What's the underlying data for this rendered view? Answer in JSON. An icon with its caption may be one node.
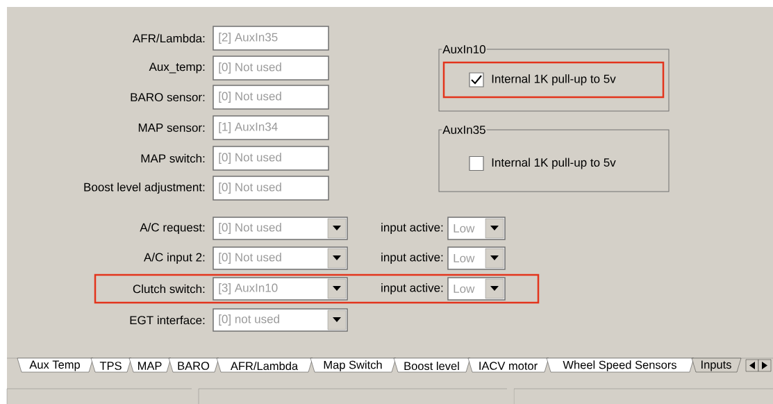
{
  "diagram": {
    "nodes": [
      {
        "text": [
          "AuxIn10"
        ]
      },
      {
        "text": [
          "Internal 1K pull-up to 5v"
        ],
        "in": 0
      },
      {
        "text": [
          "AuxIn35",
          "Internal 1K pull-up to 5v"
        ]
      },
      {
        "text": [
          "Clutch switch:",
          "[3] AuxIn10",
          "input active:",
          "Low"
        ]
      }
    ],
    "labels": [
      "AFR/Lambda:",
      "[2] AuxIn35",
      "Aux_temp:",
      "[0] Not used",
      "BARO sensor:",
      "[0] Not used",
      "MAP sensor:",
      "[1] AuxIn34",
      "MAP switch:",
      "[0] Not used",
      "Boost level adjustment:",
      "[0] Not used",
      "A/C request:",
      "[0] Not used",
      "input active:",
      "Low",
      "A/C input 2:",
      "[0] Not used",
      "input active:",
      "Low",
      "EGT interface:",
      "[0] not used",
      "Aux Temp",
      "TPS",
      "MAP",
      "BARO",
      "AFR/Lambda",
      "Map Switch",
      "Boost level",
      "IACV motor",
      "Wheel Speed Sensors",
      "Inputs"
    ]
  }
}
